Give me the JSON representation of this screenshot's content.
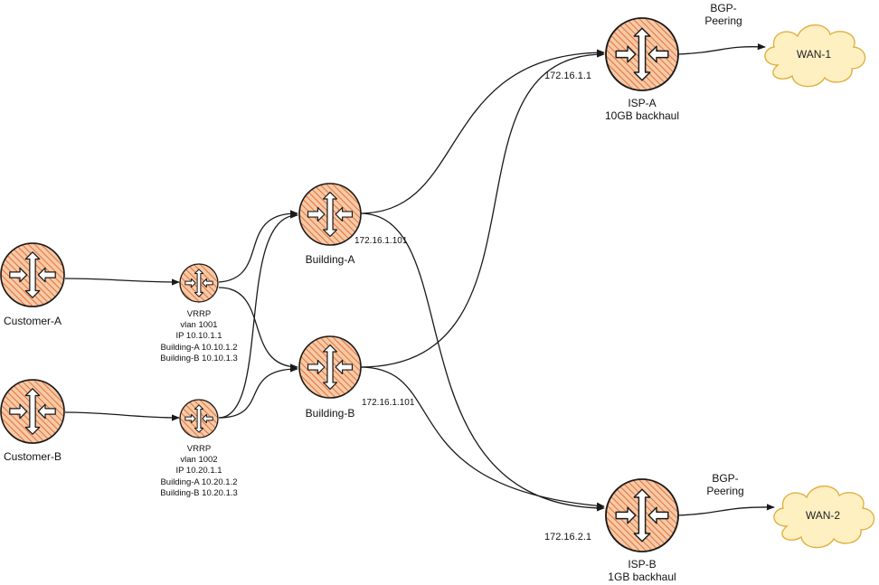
{
  "colors": {
    "router_fill": "#f5b88c",
    "router_hatch": "#e0733a",
    "stroke": "#1a1a1a",
    "cloud_fill": "#fff0c2",
    "cloud_stroke": "#e0b040"
  },
  "nodes": {
    "customer_a": {
      "label": "Customer-A",
      "icon": "router-icon"
    },
    "customer_b": {
      "label": "Customer-B",
      "icon": "router-icon"
    },
    "vrrp_a": {
      "icon": "router-icon",
      "lines": [
        "VRRP",
        "vlan 1001",
        "IP 10.10.1.1",
        "Building-A 10.10.1.2",
        "Building-B 10.10.1.3"
      ]
    },
    "vrrp_b": {
      "icon": "router-icon",
      "lines": [
        "VRRP",
        "vlan 1002",
        "IP 10.20.1.1",
        "Building-A 10.20.1.2",
        "Building-B 10.20.1.3"
      ]
    },
    "building_a": {
      "label": "Building-A",
      "ip": "172.16.1.101",
      "icon": "router-icon"
    },
    "building_b": {
      "label": "Building-B",
      "ip": "172.16.1.101",
      "icon": "router-icon"
    },
    "isp_a": {
      "label_line1": "ISP-A",
      "label_line2": "10GB backhaul",
      "ip": "172.16.1.1",
      "icon": "router-icon"
    },
    "isp_b": {
      "label_line1": "ISP-B",
      "label_line2": "1GB backhaul",
      "ip": "172.16.2.1",
      "icon": "router-icon"
    },
    "wan1": {
      "label": "WAN-1",
      "icon": "cloud-icon"
    },
    "wan2": {
      "label": "WAN-2",
      "icon": "cloud-icon"
    }
  },
  "peering": {
    "top": {
      "line1": "BGP-",
      "line2": "Peering"
    },
    "bottom": {
      "line1": "BGP-",
      "line2": "Peering"
    }
  }
}
